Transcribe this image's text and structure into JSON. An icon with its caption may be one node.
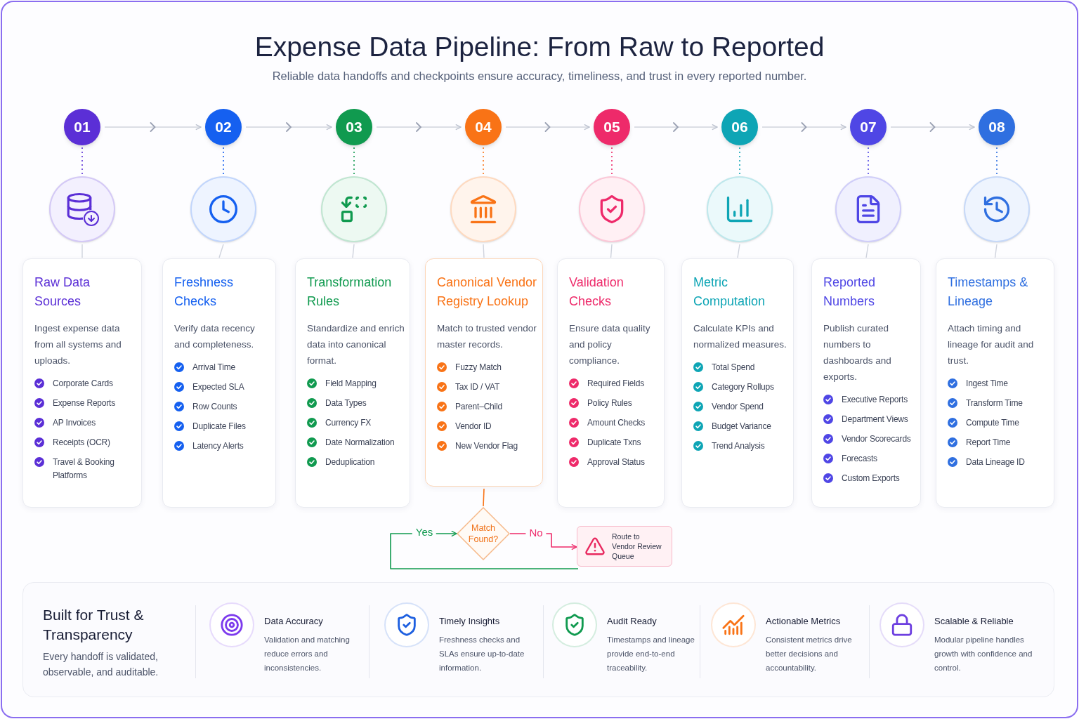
{
  "diagram": {
    "title": "**Expense Data Pipeline:** From Raw to Reported",
    "caption": "Reliable data handoffs and checkpoints ensure accuracy, timeliness, and trust in every reported number.",
    "nodes": [
      {
        "text": [
          "01"
        ]
      },
      {
        "text": [
          "02"
        ]
      },
      {
        "text": [
          "03"
        ]
      },
      {
        "text": [
          "04"
        ]
      },
      {
        "text": [
          "05"
        ]
      },
      {
        "text": [
          "06"
        ]
      },
      {
        "text": [
          "07"
        ]
      },
      {
        "text": [
          "08"
        ]
      },
      {
        "text": [],
        "shape": "circle"
      },
      {
        "text": [],
        "shape": "circle"
      },
      {
        "text": [],
        "shape": "circle"
      },
      {
        "text": [],
        "shape": "circle"
      },
      {
        "text": [],
        "shape": "circle"
      },
      {
        "text": [],
        "shape": "circle"
      },
      {
        "text": [],
        "shape": "circle"
      },
      {
        "text": [],
        "shape": "circle"
      },
      {
        "text": [
          "Raw Data Sources",
          "Ingest expense data from all systems and uploads.",
          "Corporate Cards",
          "Expense Reports",
          "AP Invoices",
          "Receipts (OCR)",
          "Travel & Booking Platforms"
        ]
      },
      {
        "text": [
          "Freshness Checks",
          "Verify data recency and completeness.",
          "Arrival Time",
          "Expected SLA",
          "Row Counts",
          "Duplicate Files",
          "Latency Alerts"
        ]
      },
      {
        "text": [
          "Transformation Rules",
          "Standardize and enrich data into canonical format.",
          "Field Mapping",
          "Data Types",
          "Currency FX",
          "Date Normalization",
          "Deduplication"
        ]
      },
      {
        "text": [
          "Canonical Vendor Registry Lookup",
          "Match to trusted vendor master records.",
          "Fuzzy Match",
          "Tax ID / VAT",
          "Parent–Child",
          "Vendor ID",
          "New Vendor Flag"
        ]
      },
      {
        "text": [
          "Validation Checks",
          "Ensure data quality and policy compliance.",
          "Required Fields",
          "Policy Rules",
          "Amount Checks",
          "Duplicate Txns",
          "Approval Status"
        ]
      },
      {
        "text": [
          "Metric Computation",
          "Calculate KPIs and normalized measures.",
          "Total Spend",
          "Category Rollups",
          "Vendor Spend",
          "Budget Variance",
          "Trend Analysis"
        ]
      },
      {
        "text": [
          "Reported Numbers",
          "Publish curated numbers to dashboards and exports.",
          "Executive Reports",
          "Department Views",
          "Vendor Scorecards",
          "Forecasts",
          "Custom Exports"
        ]
      },
      {
        "text": [
          "Timestamps & Lineage",
          "Attach timing and lineage for audit and trust.",
          "Ingest Time",
          "Transform Time",
          "Compute Time",
          "Report Time",
          "Data Lineage ID"
        ]
      },
      {
        "text": [
          "Match Found?"
        ]
      },
      {
        "text": [
          "Route to Vendor Review Queue"
        ]
      },
      {
        "text": [
          "Built for Trust & Transparency",
          "Every handoff is validated, observable, and auditable."
        ]
      },
      {
        "text": [
          "Data Accuracy",
          "Validation and matching reduce errors and inconsistencies."
        ],
        "in": 26
      },
      {
        "text": [
          "Timely Insights",
          "Freshness checks and SLAs ensure up-to-date information."
        ],
        "in": 26
      },
      {
        "text": [
          "Audit Ready",
          "Timestamps and lineage provide end-to-end traceability."
        ],
        "in": 26
      },
      {
        "text": [
          "Actionable Metrics",
          "Consistent metrics drive better decisions and accountability."
        ],
        "in": 26
      },
      {
        "text": [
          "Scalable & Reliable",
          "Modular pipeline handles growth with confidence and control."
        ],
        "in": 26
      }
    ],
    "edges": [
      {
        "from": 0,
        "to": 1,
        "arrow": "to"
      },
      {
        "from": 1,
        "to": 2,
        "arrow": "to"
      },
      {
        "from": 2,
        "to": 3,
        "arrow": "to"
      },
      {
        "from": 3,
        "to": 4,
        "arrow": "to"
      },
      {
        "from": 4,
        "to": 5,
        "arrow": "to"
      },
      {
        "from": 5,
        "to": 6,
        "arrow": "to"
      },
      {
        "from": 6,
        "to": 7,
        "arrow": "to"
      },
      {
        "from": 0,
        "to": 8,
        "arrow": "none",
        "style": "dashed",
        "color": "#5b2fd6"
      },
      {
        "from": 1,
        "to": 9,
        "arrow": "none",
        "style": "dashed",
        "color": "#1560f0"
      },
      {
        "from": 2,
        "to": 10,
        "arrow": "none",
        "style": "dashed",
        "color": "#109a4f"
      },
      {
        "from": 3,
        "to": 11,
        "arrow": "none",
        "style": "dashed",
        "color": "#f97316"
      },
      {
        "from": 4,
        "to": 12,
        "arrow": "none",
        "style": "dashed",
        "color": "#ee2a6a"
      },
      {
        "from": 5,
        "to": 13,
        "arrow": "none",
        "style": "dashed",
        "color": "#0ea5b5"
      },
      {
        "from": 6,
        "to": 14,
        "arrow": "none",
        "style": "dashed",
        "color": "#4f46e5"
      },
      {
        "from": 7,
        "to": 15,
        "arrow": "none",
        "style": "dashed",
        "color": "#2f6fe0"
      },
      {
        "from": 8,
        "to": 16,
        "arrow": "none"
      },
      {
        "from": 9,
        "to": 17,
        "arrow": "none"
      },
      {
        "from": 10,
        "to": 18,
        "arrow": "none"
      },
      {
        "from": 11,
        "to": 19,
        "arrow": "none"
      },
      {
        "from": 12,
        "to": 20,
        "arrow": "none"
      },
      {
        "from": 13,
        "to": 21,
        "arrow": "none"
      },
      {
        "from": 14,
        "to": 22,
        "arrow": "none"
      },
      {
        "from": 15,
        "to": 23,
        "arrow": "none"
      },
      {
        "from": 19,
        "to": 24,
        "arrow": "none",
        "color": "#f97316"
      },
      {
        "from": 24,
        "to": 25,
        "arrow": "to",
        "label": "No",
        "color": "#ee2a6a"
      },
      {
        "from": 25,
        "to": 24,
        "arrow": "to",
        "label": "Yes",
        "color": "#109a4f"
      }
    ]
  }
}
